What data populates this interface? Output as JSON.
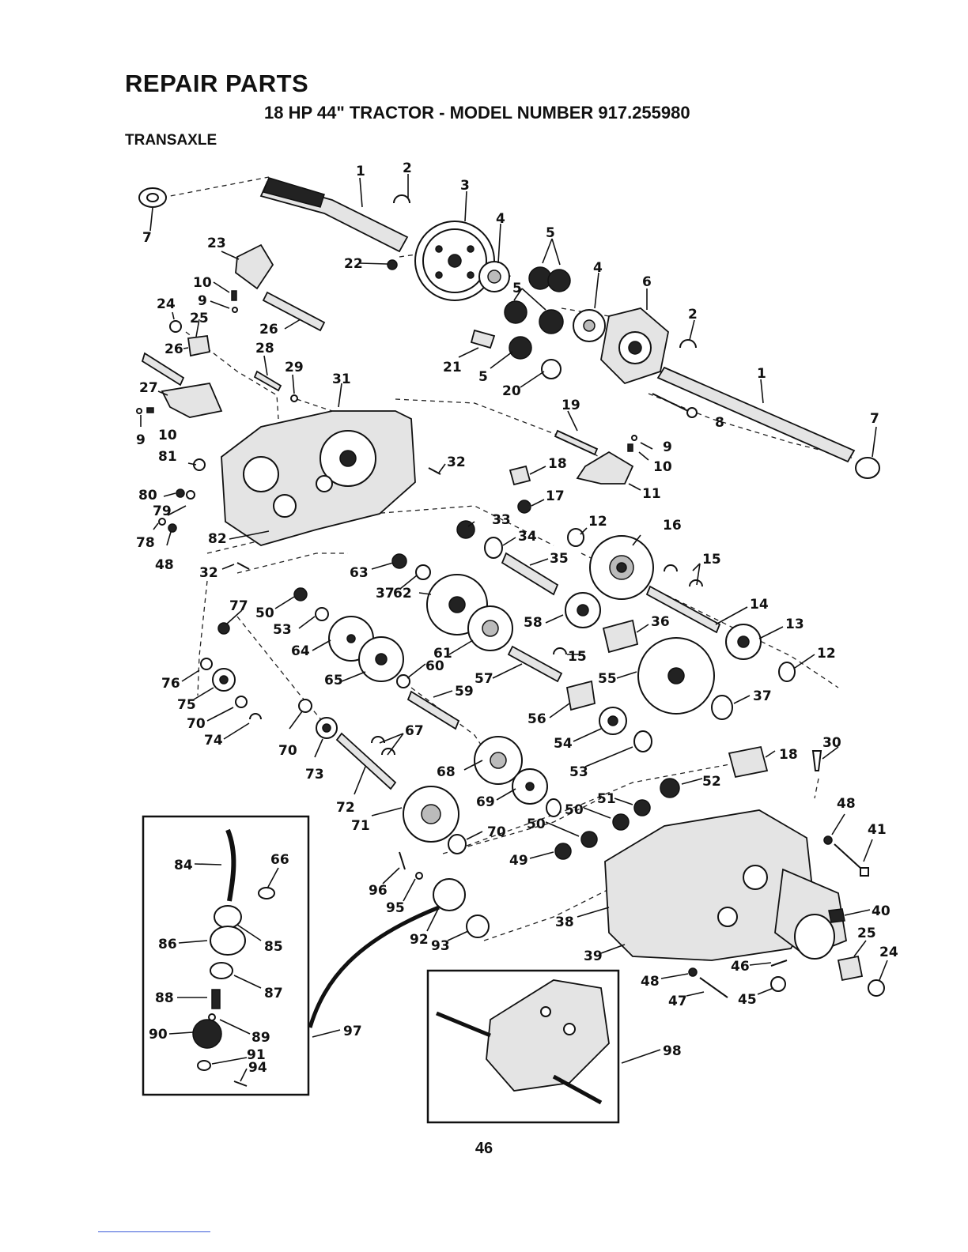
{
  "header": {
    "title": "REPAIR PARTS",
    "subtitle": "18 HP 44\" TRACTOR - MODEL NUMBER 917.255980",
    "section": "TRANSAXLE"
  },
  "page_number": "46",
  "callouts": [
    "1",
    "2",
    "3",
    "4",
    "5",
    "6",
    "7",
    "8",
    "9",
    "10",
    "11",
    "12",
    "13",
    "14",
    "15",
    "16",
    "17",
    "18",
    "19",
    "20",
    "21",
    "22",
    "23",
    "24",
    "25",
    "26",
    "27",
    "28",
    "29",
    "30",
    "31",
    "32",
    "33",
    "34",
    "35",
    "36",
    "37",
    "38",
    "39",
    "40",
    "41",
    "45",
    "46",
    "47",
    "48",
    "49",
    "50",
    "51",
    "52",
    "53",
    "54",
    "55",
    "56",
    "57",
    "58",
    "59",
    "60",
    "61",
    "62",
    "63",
    "64",
    "65",
    "66",
    "67",
    "68",
    "69",
    "70",
    "71",
    "72",
    "73",
    "74",
    "75",
    "76",
    "77",
    "78",
    "79",
    "80",
    "81",
    "82",
    "84",
    "85",
    "86",
    "87",
    "88",
    "89",
    "90",
    "91",
    "92",
    "93",
    "94",
    "95",
    "96",
    "97",
    "98"
  ],
  "colors": {
    "ink": "#111111",
    "paper": "#ffffff"
  }
}
